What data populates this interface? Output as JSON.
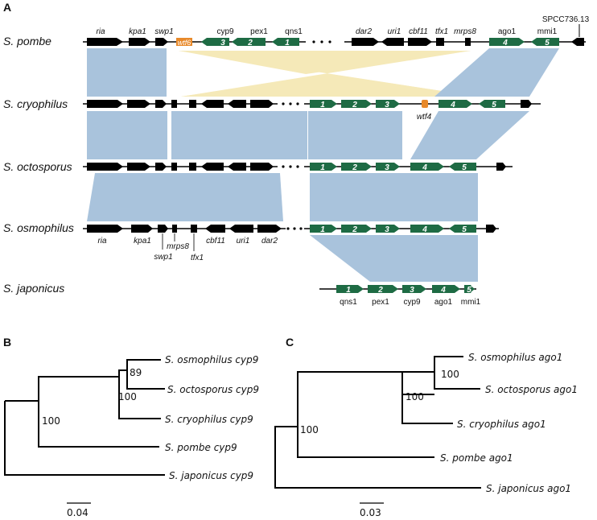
{
  "panels": {
    "a": "A",
    "b": "B",
    "c": "C"
  },
  "species": {
    "pombe": "S. pombe",
    "cryophilus": "S. cryophilus",
    "octosporus": "S. octosporus",
    "osmophilus": "S. osmophilus",
    "japonicus": "S. japonicus"
  },
  "genes_top": {
    "ria": "ria",
    "kpa1": "kpa1",
    "swp1": "swp1",
    "wtf6": "wtf6",
    "cyp9": "cyp9",
    "pex1": "pex1",
    "qns1": "qns1",
    "dar2": "dar2",
    "uri1": "uri1",
    "cbf11": "cbf11",
    "tfx1": "tfx1",
    "mrps8": "mrps8",
    "ago1": "ago1",
    "mmi1": "mmi1",
    "spcc": "SPCC736.13"
  },
  "genes_cryo": {
    "wtf4": "wtf4"
  },
  "genes_osmo": {
    "ria": "ria",
    "kpa1": "kpa1",
    "swp1": "swp1",
    "mrps8": "mrps8",
    "tfx1": "tfx1",
    "cbf11": "cbf11",
    "uri1": "uri1",
    "dar2": "dar2"
  },
  "genes_japo": {
    "qns1": "qns1",
    "pex1": "pex1",
    "cyp9": "cyp9",
    "ago1": "ago1",
    "mmi1": "mmi1"
  },
  "block_numbers": [
    "1",
    "2",
    "3",
    "4",
    "5"
  ],
  "colors": {
    "green": "#1e6b44",
    "black": "#000000",
    "orange": "#e8892a",
    "blue": "#a9c3dc",
    "yellow": "#f5e9b8"
  },
  "tree_b": {
    "leaves": {
      "osmophilus": "S. osmophilus cyp9",
      "octosporus": "S. octosporus cyp9",
      "cryophilus": "S. cryophilus cyp9",
      "pombe": "S. pombe cyp9",
      "japonicus": "S. japonicus cyp9"
    },
    "bootstrap": {
      "b89": "89",
      "b100a": "100",
      "b100b": "100"
    },
    "scale": "0.04"
  },
  "tree_c": {
    "leaves": {
      "osmophilus": "S. osmophilus ago1",
      "octosporus": "S. octosporus ago1",
      "cryophilus": "S. cryophilus ago1",
      "pombe": "S. pombe ago1",
      "japonicus": "S. japonicus ago1"
    },
    "bootstrap": {
      "b100a": "100",
      "b100b": "100",
      "b100c": "100"
    },
    "scale": "0.03"
  }
}
